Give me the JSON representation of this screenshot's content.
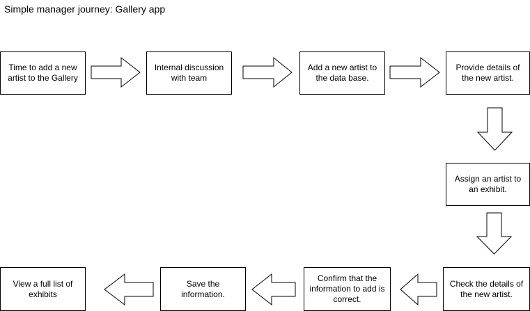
{
  "diagram": {
    "title": "Simple manager journey: Gallery app",
    "steps": [
      "Time to add a new artist to the Gallery",
      "Internal discussion with team",
      "Add a new artist to the data base.",
      "Provide details of the new artist.",
      "Assign an artist to an exhibit.",
      "Check the details of the new artist.",
      "Confirm that the information to add is correct.",
      "Save the information.",
      "View a full list of exhibits"
    ]
  }
}
